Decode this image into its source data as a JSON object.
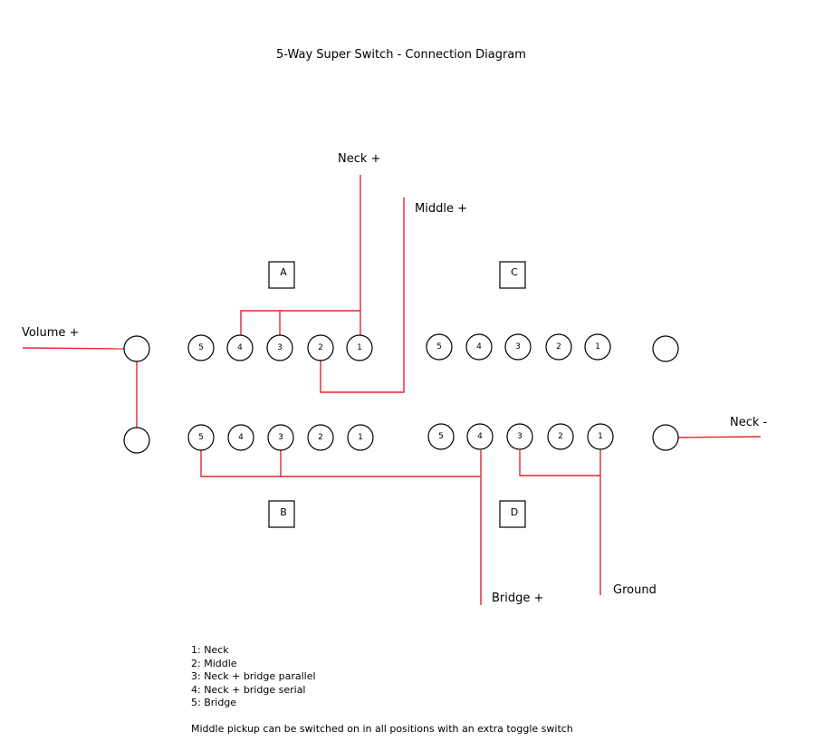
{
  "title": "5-Way Super Switch - Connection Diagram",
  "wire_labels": {
    "volume_plus": "Volume +",
    "neck_plus": "Neck +",
    "middle_plus": "Middle +",
    "neck_minus": "Neck -",
    "bridge_plus": "Bridge +",
    "ground": "Ground"
  },
  "decks": {
    "a": "A",
    "b": "B",
    "c": "C",
    "d": "D"
  },
  "lug_numbers": [
    "5",
    "4",
    "3",
    "2",
    "1"
  ],
  "legend": [
    "1: Neck",
    "2: Middle",
    "3: Neck + bridge parallel",
    "4: Neck + bridge serial",
    "5: Bridge"
  ],
  "note": "Middle pickup can be switched on in all positions with an extra toggle switch",
  "colors": {
    "wire": "#e4262b",
    "outline": "#000000"
  }
}
